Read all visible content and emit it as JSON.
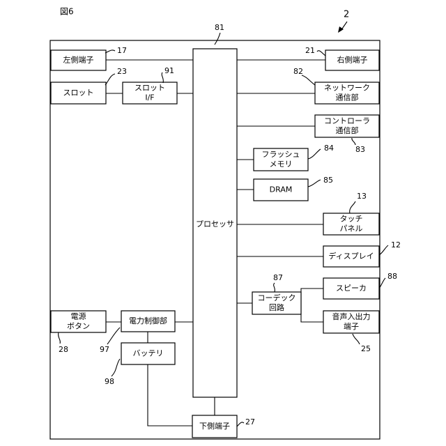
{
  "figure_label": "図6",
  "device_ref": "2",
  "processor": {
    "label": "プロセッサ",
    "ref": "81"
  },
  "blocks": {
    "left_terminal": {
      "lines": [
        "左側端子"
      ],
      "ref": "17"
    },
    "slot": {
      "lines": [
        "スロット"
      ],
      "ref": "23"
    },
    "slot_if": {
      "lines": [
        "スロット",
        "I/F"
      ],
      "ref": "91"
    },
    "power_button": {
      "lines": [
        "電源",
        "ボタン"
      ],
      "ref": "28"
    },
    "power_control": {
      "lines": [
        "電力制御部"
      ],
      "ref": "97"
    },
    "battery": {
      "lines": [
        "バッテリ"
      ],
      "ref": "98"
    },
    "right_terminal": {
      "lines": [
        "右側端子"
      ],
      "ref": "21"
    },
    "network": {
      "lines": [
        "ネットワーク",
        "通信部"
      ],
      "ref": "82"
    },
    "controller_comm": {
      "lines": [
        "コントローラ",
        "通信部"
      ],
      "ref": "83"
    },
    "flash": {
      "lines": [
        "フラッシュ",
        "メモリ"
      ],
      "ref": "84"
    },
    "dram": {
      "lines": [
        "DRAM"
      ],
      "ref": "85"
    },
    "touch_panel": {
      "lines": [
        "タッチ",
        "パネル"
      ],
      "ref": "13"
    },
    "display": {
      "lines": [
        "ディスプレイ"
      ],
      "ref": "12"
    },
    "codec": {
      "lines": [
        "コーデック",
        "回路"
      ],
      "ref": "87"
    },
    "speaker": {
      "lines": [
        "スピーカ"
      ],
      "ref": "88"
    },
    "audio_io": {
      "lines": [
        "音声入出力",
        "端子"
      ],
      "ref": "25"
    },
    "bottom_terminal": {
      "lines": [
        "下側端子"
      ],
      "ref": "27"
    }
  }
}
